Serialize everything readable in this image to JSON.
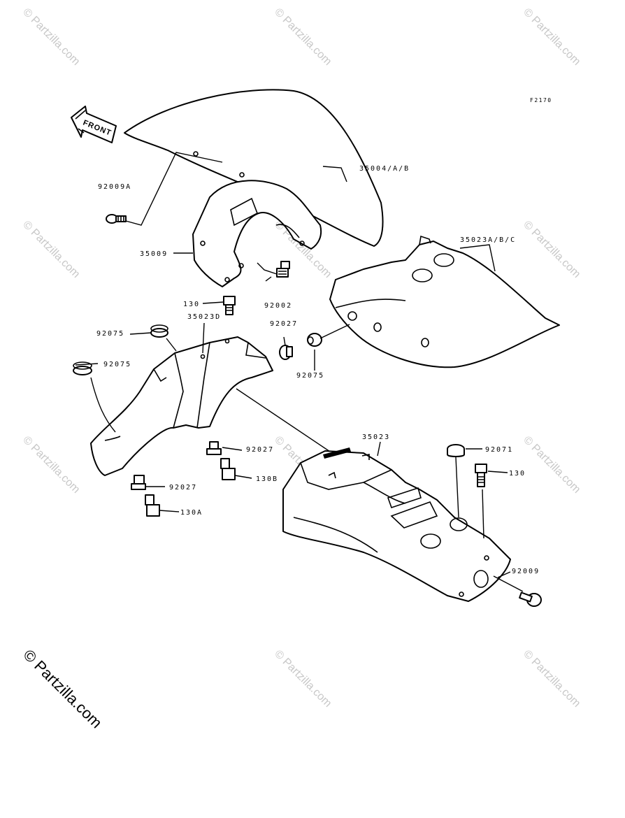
{
  "figure_code": "F2170",
  "front_label": "FRONT",
  "watermark": "© Partzilla.com",
  "parts": {
    "front_fender": "35004/A/B",
    "bolt_92009a": "92009A",
    "fender_bracket": "35009",
    "bolt_92002": "92002",
    "rear_fender_cover": "35023A/B/C",
    "bolt_130_top": "130",
    "inner_fender_front": "35023D",
    "grommet_92075_a": "92075",
    "grommet_92075_b": "92075",
    "collar_92027_a": "92027",
    "grommet_92075_c": "92075",
    "collar_92027_b": "92027",
    "bolt_130b": "130B",
    "collar_92027_c": "92027",
    "bolt_130a": "130A",
    "rear_fender_inner": "35023",
    "damper_92071": "92071",
    "bolt_130_right": "130",
    "bolt_92009": "92009"
  }
}
